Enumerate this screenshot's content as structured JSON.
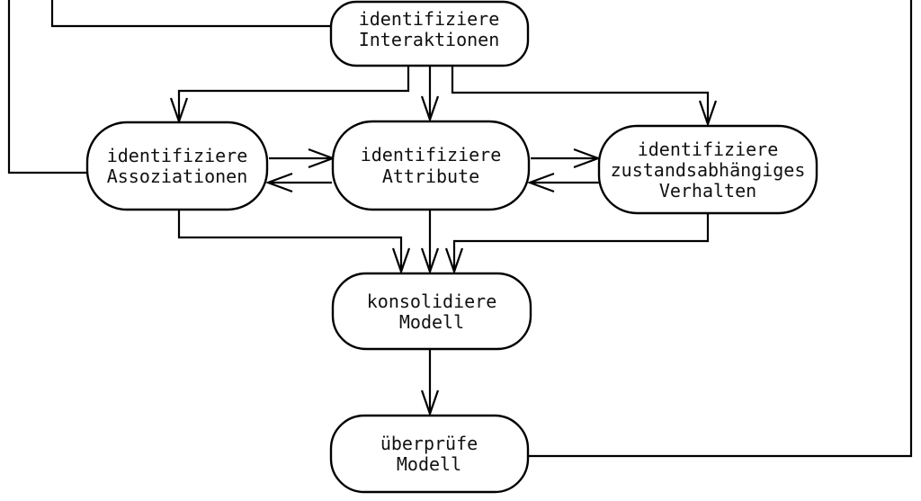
{
  "diagram": {
    "colors": {
      "background": "#ffffff",
      "line": "#000000",
      "text": "#111111"
    },
    "nodes": {
      "interaktionen": {
        "lines": [
          "identifiziere",
          "Interaktionen"
        ]
      },
      "assoziationen": {
        "lines": [
          "identifiziere",
          "Assoziationen"
        ]
      },
      "attribute": {
        "lines": [
          "identifiziere",
          "Attribute"
        ]
      },
      "verhalten": {
        "lines": [
          "identifiziere",
          "zustandsabhängiges",
          "Verhalten"
        ]
      },
      "konsolidiere": {
        "lines": [
          "konsolidiere",
          "Modell"
        ]
      },
      "ueberpruefe": {
        "lines": [
          "überprüfe",
          "Modell"
        ]
      }
    },
    "edges": [
      {
        "from": "offscreen-top-left",
        "to": "assoziationen",
        "arrow": false
      },
      {
        "from": "offscreen-top-left",
        "to": "interaktionen",
        "arrow": false
      },
      {
        "from": "interaktionen",
        "to": "assoziationen",
        "arrow": true
      },
      {
        "from": "interaktionen",
        "to": "attribute",
        "arrow": true
      },
      {
        "from": "interaktionen",
        "to": "verhalten",
        "arrow": true
      },
      {
        "from": "assoziationen",
        "to": "attribute",
        "arrow": true
      },
      {
        "from": "attribute",
        "to": "assoziationen",
        "arrow": true
      },
      {
        "from": "attribute",
        "to": "verhalten",
        "arrow": true
      },
      {
        "from": "verhalten",
        "to": "attribute",
        "arrow": true
      },
      {
        "from": "assoziationen",
        "to": "konsolidiere",
        "arrow": true
      },
      {
        "from": "attribute",
        "to": "konsolidiere",
        "arrow": true
      },
      {
        "from": "verhalten",
        "to": "konsolidiere",
        "arrow": true
      },
      {
        "from": "konsolidiere",
        "to": "ueberpruefe",
        "arrow": true
      },
      {
        "from": "ueberpruefe",
        "to": "offscreen-top-right",
        "arrow": false
      }
    ]
  }
}
